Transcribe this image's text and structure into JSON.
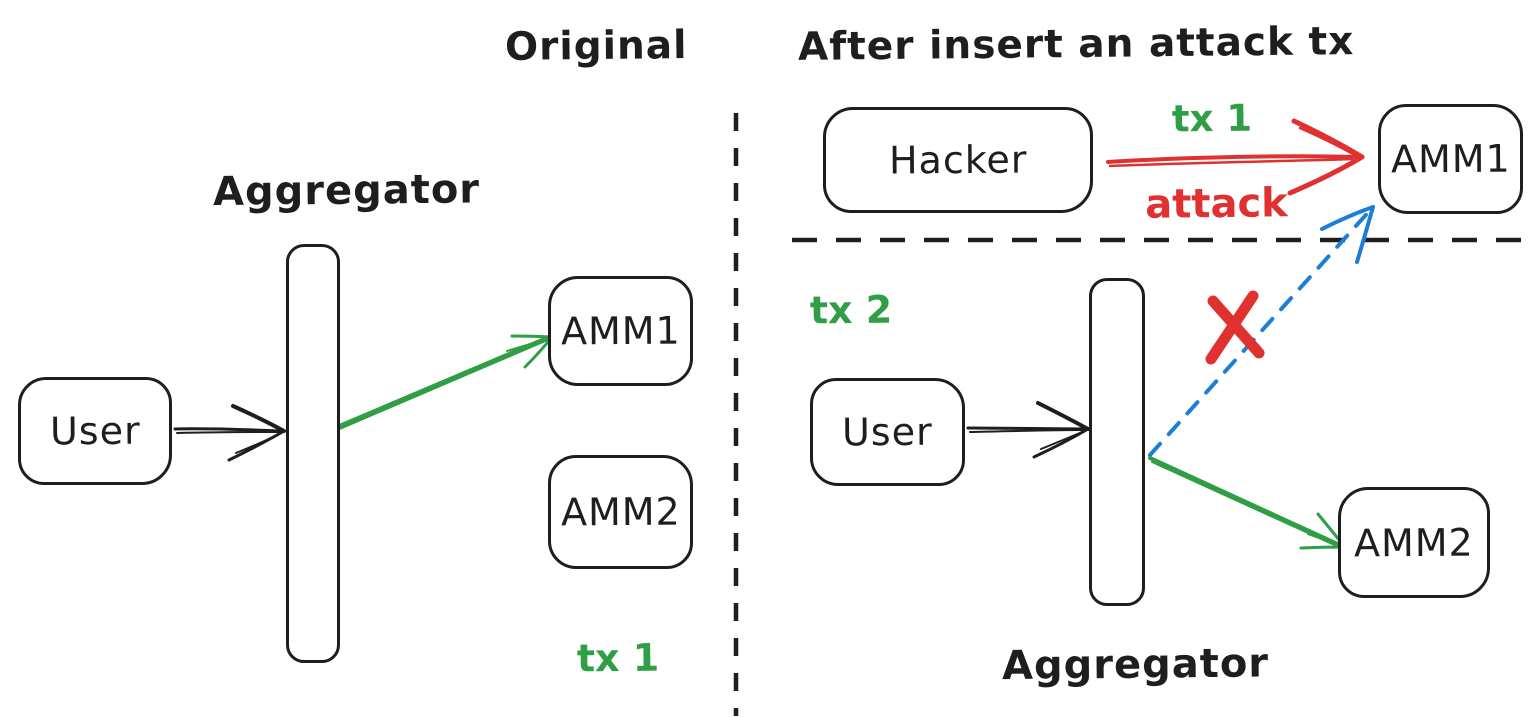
{
  "diagram": {
    "kind": "aggregator-attack-comparison",
    "colors": {
      "ink": "#1e1e1e",
      "green": "#2f9e44",
      "red": "#e03131",
      "blue": "#1c7ed6"
    }
  },
  "left": {
    "title": "Original",
    "aggregator_label": "Aggregator",
    "user_label": "User",
    "amm1_label": "AMM1",
    "amm2_label": "AMM2",
    "tx1_label": "tx 1"
  },
  "right": {
    "title": "After insert an attack tx",
    "hacker_label": "Hacker",
    "tx1_label": "tx 1",
    "attack_label": "attack",
    "amm1_label": "AMM1",
    "tx2_label": "tx 2",
    "user_label": "User",
    "amm2_label": "AMM2",
    "aggregator_label": "Aggregator"
  }
}
